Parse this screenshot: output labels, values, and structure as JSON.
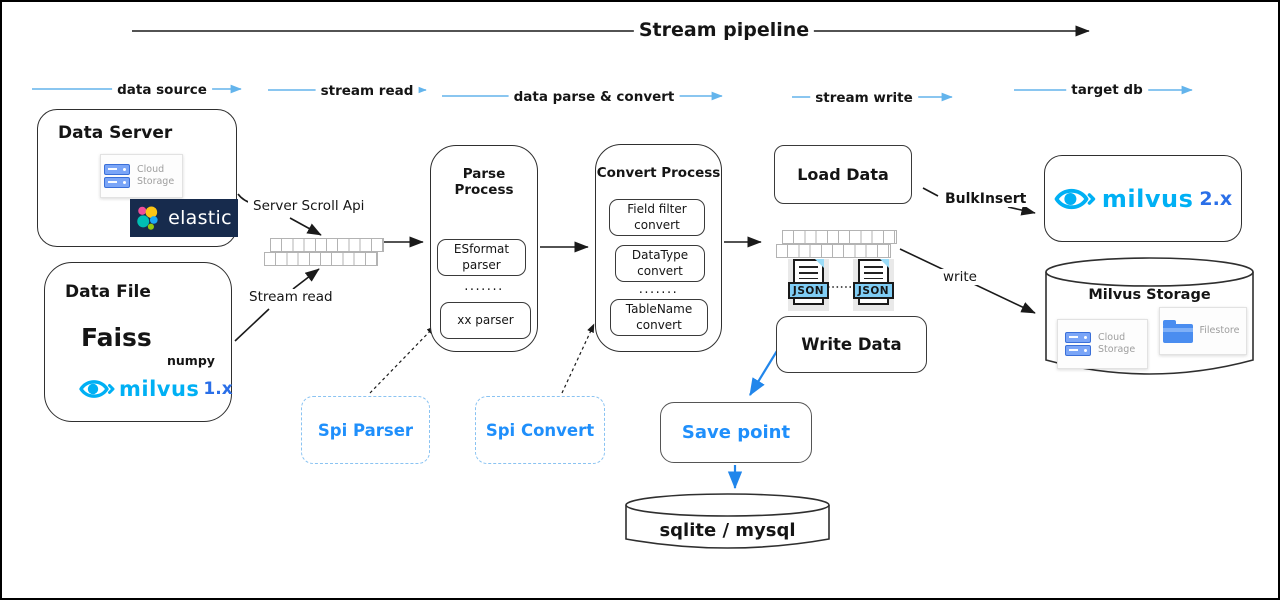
{
  "title": "Stream pipeline",
  "stages": {
    "data_source": "data source",
    "stream_read": "stream read",
    "parse_convert": "data parse  & convert",
    "stream_write": "stream write",
    "target_db": "target db"
  },
  "wire_labels": {
    "server_scroll_api": "Server Scroll Api",
    "stream_read": "Stream read",
    "bulk_insert": "BulkInsert",
    "write": "write"
  },
  "data_server": {
    "title": "Data Server",
    "cloud_storage": "Cloud Storage",
    "elastic": "elastic"
  },
  "data_file": {
    "title": "Data File",
    "faiss": "Faiss",
    "numpy": "numpy",
    "milvus": "milvus",
    "version": "1.x"
  },
  "parse_process": {
    "title": "Parse Process",
    "items": [
      "ESformat parser",
      "xx parser"
    ],
    "dots": "......."
  },
  "convert_process": {
    "title": "Convert Process",
    "items": [
      "Field filter convert",
      "DataType convert",
      "TableName convert"
    ],
    "dots": "......."
  },
  "nodes": {
    "load_data": "Load Data",
    "write_data": "Write Data",
    "save_point": "Save point",
    "sqlite": "sqlite / mysql",
    "spi_parser": "Spi Parser",
    "spi_convert": "Spi Convert"
  },
  "json_label": "JSON",
  "milvus2": {
    "milvus": "milvus",
    "version": "2.x"
  },
  "milvus_storage": {
    "title": "Milvus Storage",
    "cloud_storage": "Cloud Storage",
    "filestore": "Filestore"
  },
  "colors": {
    "accent_blue": "#1f8ffb",
    "milvus_cyan": "#00b0f4",
    "milvus_version_blue": "#2a6fe8",
    "stage_arrow_blue": "#63b4ec",
    "elastic_navy": "#172b4d",
    "icon_blue": "#4a8df0"
  }
}
